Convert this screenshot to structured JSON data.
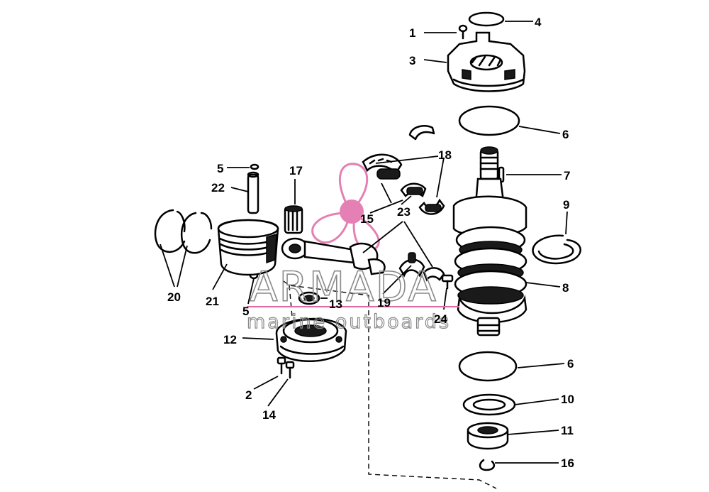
{
  "watermark": {
    "brand": "ARMADA",
    "tagline": "marine outboards",
    "accent_color": "#e06aa8"
  },
  "callouts": {
    "c1": "1",
    "c2": "2",
    "c3": "3",
    "c4": "4",
    "c5a": "5",
    "c5b": "5",
    "c6a": "6",
    "c6b": "6",
    "c7": "7",
    "c8": "8",
    "c9": "9",
    "c10": "10",
    "c11": "11",
    "c12": "12",
    "c13": "13",
    "c14": "14",
    "c15": "15",
    "c16": "16",
    "c17": "17",
    "c18": "18",
    "c19": "19",
    "c20": "20",
    "c21": "21",
    "c22": "22",
    "c23": "23",
    "c24": "24"
  }
}
